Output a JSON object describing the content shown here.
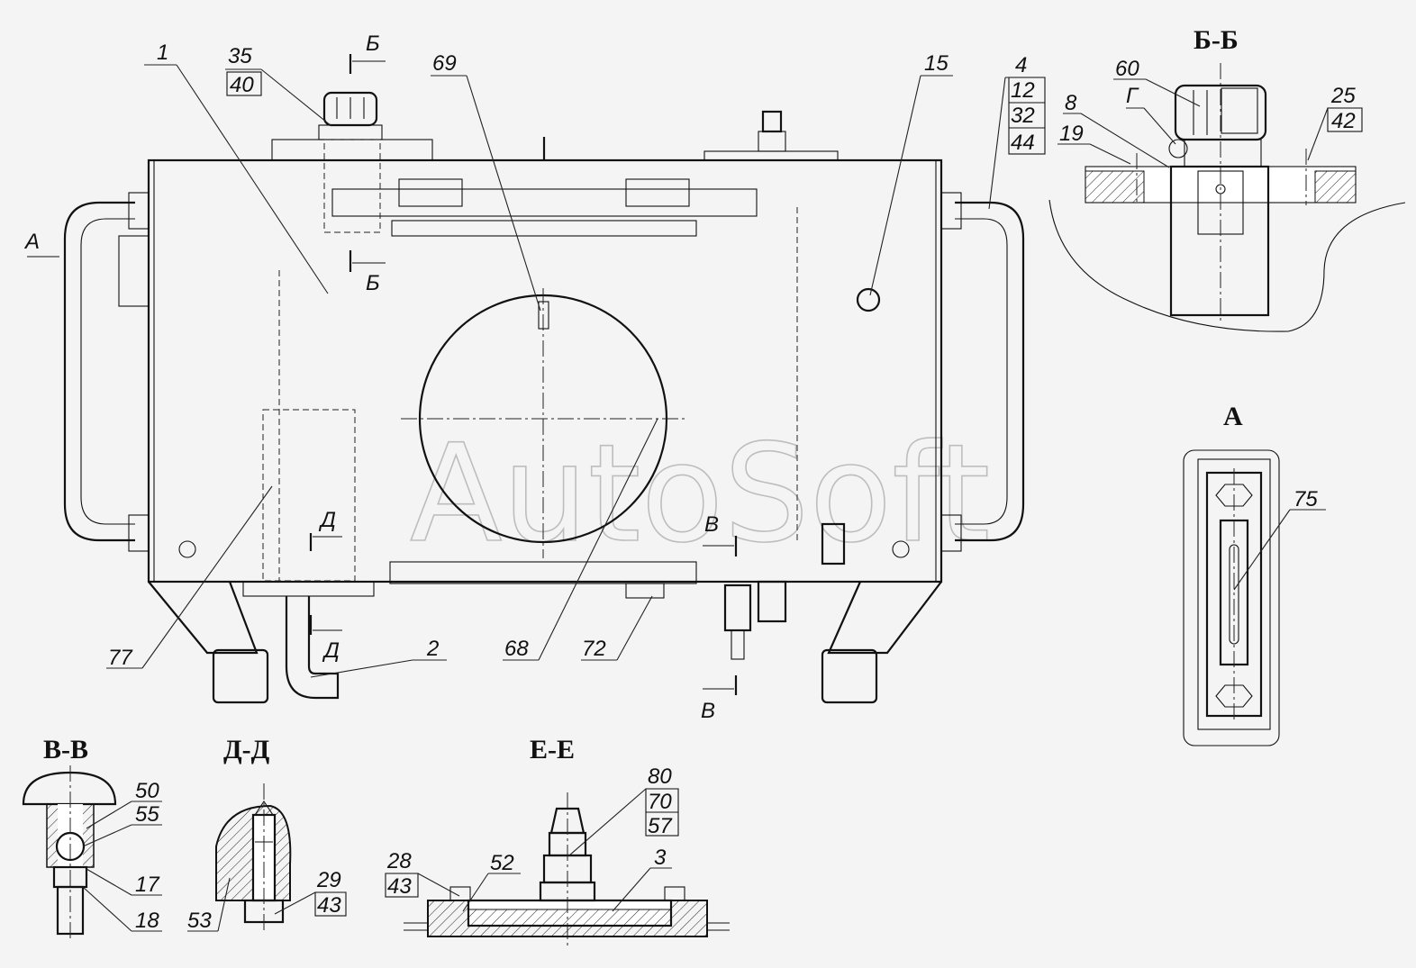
{
  "watermark": "AutoSoft",
  "section_titles": {
    "bb": "Б-Б",
    "a": "А",
    "vv": "В-В",
    "dd": "Д-Д",
    "ee": "Е-Е"
  },
  "cut_marks": {
    "b": "Б",
    "d": "Д",
    "v": "В",
    "a": "А"
  },
  "callouts": {
    "main": {
      "n1": "1",
      "n35": "35",
      "n40": "40",
      "n69": "69",
      "n15": "15",
      "n4": "4",
      "n12": "12",
      "n32": "32",
      "n44": "44",
      "n77": "77",
      "n2": "2",
      "n68": "68",
      "n72": "72"
    },
    "bb": {
      "n60": "60",
      "n8": "8",
      "g": "Г",
      "n19": "19",
      "n25": "25",
      "n42": "42"
    },
    "a": {
      "n75": "75"
    },
    "vv": {
      "n50": "50",
      "n55": "55",
      "n17": "17",
      "n18": "18"
    },
    "dd": {
      "n29": "29",
      "n43": "43",
      "n53": "53"
    },
    "ee": {
      "n80": "80",
      "n70": "70",
      "n57": "57",
      "n28": "28",
      "n43": "43",
      "n52": "52",
      "n3": "3"
    }
  }
}
